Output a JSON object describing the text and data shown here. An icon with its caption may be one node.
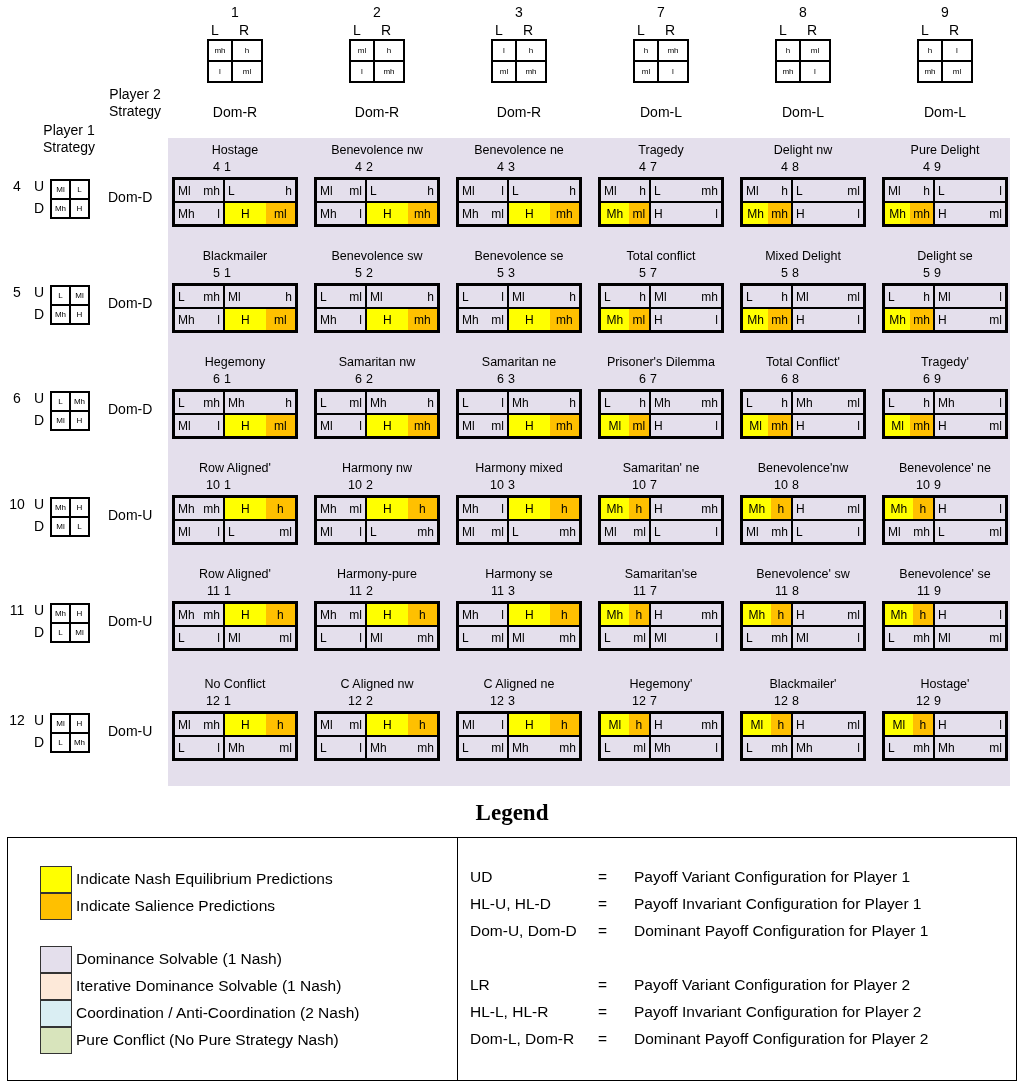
{
  "diagram": {
    "nodes": [
      {
        "text": [
          "1"
        ],
        "beside": [
          "L",
          "R",
          "Dom-R"
        ]
      },
      {
        "text": [
          "mh"
        ],
        "in": 0
      },
      {
        "text": [
          "h"
        ],
        "in": 0
      },
      {
        "text": [
          "l"
        ],
        "in": 0
      },
      {
        "text": [
          "ml"
        ],
        "in": 0
      },
      {
        "text": [
          "2"
        ],
        "beside": [
          "L",
          "R",
          "Dom-R"
        ]
      },
      {
        "text": [
          "ml"
        ],
        "in": 5
      },
      {
        "text": [
          "h"
        ],
        "in": 5
      },
      {
        "text": [
          "l"
        ],
        "in": 5
      },
      {
        "text": [
          "mh"
        ],
        "in": 5
      },
      {
        "text": [
          "3"
        ],
        "beside": [
          "L",
          "R",
          "Dom-R"
        ]
      },
      {
        "text": [
          "l"
        ],
        "in": 10
      },
      {
        "text": [
          "h"
        ],
        "in": 10
      },
      {
        "text": [
          "ml"
        ],
        "in": 10
      },
      {
        "text": [
          "mh"
        ],
        "in": 10
      },
      {
        "text": [
          "7"
        ],
        "beside": [
          "L",
          "R",
          "Dom-L"
        ]
      },
      {
        "text": [
          "h"
        ],
        "in": 15
      },
      {
        "text": [
          "mh"
        ],
        "in": 15
      },
      {
        "text": [
          "ml"
        ],
        "in": 15
      },
      {
        "text": [
          "l"
        ],
        "in": 15
      },
      {
        "text": [
          "8"
        ],
        "beside": [
          "L",
          "R",
          "Dom-L"
        ]
      },
      {
        "text": [
          "h"
        ],
        "in": 20
      },
      {
        "text": [
          "ml"
        ],
        "in": 20
      },
      {
        "text": [
          "mh"
        ],
        "in": 20
      },
      {
        "text": [
          "l"
        ],
        "in": 20
      },
      {
        "text": [
          "9"
        ],
        "beside": [
          "L",
          "R",
          "Dom-L"
        ]
      },
      {
        "text": [
          "h"
        ],
        "in": 25
      },
      {
        "text": [
          "l"
        ],
        "in": 25
      },
      {
        "text": [
          "mh"
        ],
        "in": 25
      },
      {
        "text": [
          "ml"
        ],
        "in": 25
      },
      {
        "text": [
          "4"
        ],
        "beside": [
          "U",
          "D",
          "Dom-D"
        ]
      },
      {
        "text": [
          "Ml"
        ],
        "in": 30
      },
      {
        "text": [
          "L"
        ],
        "in": 30
      },
      {
        "text": [
          "Mh"
        ],
        "in": 30
      },
      {
        "text": [
          "H"
        ],
        "in": 30
      },
      {
        "text": [
          "Hostage",
          "4",
          "1"
        ]
      },
      {
        "text": [
          "Ml",
          "mh"
        ],
        "in": 35
      },
      {
        "text": [
          "L",
          "h"
        ],
        "in": 35
      },
      {
        "text": [
          "Mh",
          "l"
        ],
        "in": 35
      },
      {
        "text": [
          "H",
          "ml"
        ],
        "in": 35
      },
      {
        "text": [
          "Benevolence nw",
          "4",
          "2"
        ]
      },
      {
        "text": [
          "Ml",
          "ml"
        ],
        "in": 40
      },
      {
        "text": [
          "L",
          "h"
        ],
        "in": 40
      },
      {
        "text": [
          "Mh",
          "l"
        ],
        "in": 40
      },
      {
        "text": [
          "H",
          "mh"
        ],
        "in": 40
      },
      {
        "text": [
          "Benevolence ne",
          "4",
          "3"
        ]
      },
      {
        "text": [
          "Ml",
          "l"
        ],
        "in": 45
      },
      {
        "text": [
          "L",
          "h"
        ],
        "in": 45
      },
      {
        "text": [
          "Mh",
          "ml"
        ],
        "in": 45
      },
      {
        "text": [
          "H",
          "mh"
        ],
        "in": 45
      },
      {
        "text": [
          "Tragedy",
          "4",
          "7"
        ]
      },
      {
        "text": [
          "Ml",
          "h"
        ],
        "in": 50
      },
      {
        "text": [
          "L",
          "mh"
        ],
        "in": 50
      },
      {
        "text": [
          "Mh",
          "ml"
        ],
        "in": 50
      },
      {
        "text": [
          "H",
          "l"
        ],
        "in": 50
      },
      {
        "text": [
          "Delight nw",
          "4",
          "8"
        ]
      },
      {
        "text": [
          "Ml",
          "h"
        ],
        "in": 55
      },
      {
        "text": [
          "L",
          "ml"
        ],
        "in": 55
      },
      {
        "text": [
          "Mh",
          "mh"
        ],
        "in": 55
      },
      {
        "text": [
          "H",
          "l"
        ],
        "in": 55
      },
      {
        "text": [
          "Pure Delight",
          "4",
          "9"
        ]
      },
      {
        "text": [
          "Ml",
          "h"
        ],
        "in": 60
      },
      {
        "text": [
          "L",
          "l"
        ],
        "in": 60
      },
      {
        "text": [
          "Mh",
          "mh"
        ],
        "in": 60
      },
      {
        "text": [
          "H",
          "ml"
        ],
        "in": 60
      },
      {
        "text": [
          "5"
        ],
        "beside": [
          "U",
          "D",
          "Dom-D"
        ]
      },
      {
        "text": [
          "L"
        ],
        "in": 65
      },
      {
        "text": [
          "Ml"
        ],
        "in": 65
      },
      {
        "text": [
          "Mh"
        ],
        "in": 65
      },
      {
        "text": [
          "H"
        ],
        "in": 65
      },
      {
        "text": [
          "Blackmailer",
          "5",
          "1"
        ]
      },
      {
        "text": [
          "L",
          "mh"
        ],
        "in": 70
      },
      {
        "text": [
          "Ml",
          "h"
        ],
        "in": 70
      },
      {
        "text": [
          "Mh",
          "l"
        ],
        "in": 70
      },
      {
        "text": [
          "H",
          "ml"
        ],
        "in": 70
      },
      {
        "text": [
          "Benevolence sw",
          "5",
          "2"
        ]
      },
      {
        "text": [
          "L",
          "ml"
        ],
        "in": 75
      },
      {
        "text": [
          "Ml",
          "h"
        ],
        "in": 75
      },
      {
        "text": [
          "Mh",
          "l"
        ],
        "in": 75
      },
      {
        "text": [
          "H",
          "mh"
        ],
        "in": 75
      },
      {
        "text": [
          "Benevolence se",
          "5",
          "3"
        ]
      },
      {
        "text": [
          "L",
          "l"
        ],
        "in": 80
      },
      {
        "text": [
          "Ml",
          "h"
        ],
        "in": 80
      },
      {
        "text": [
          "Mh",
          "ml"
        ],
        "in": 80
      },
      {
        "text": [
          "H",
          "mh"
        ],
        "in": 80
      },
      {
        "text": [
          "Total conflict",
          "5",
          "7"
        ]
      },
      {
        "text": [
          "L",
          "h"
        ],
        "in": 85
      },
      {
        "text": [
          "Ml",
          "mh"
        ],
        "in": 85
      },
      {
        "text": [
          "Mh",
          "ml"
        ],
        "in": 85
      },
      {
        "text": [
          "H",
          "l"
        ],
        "in": 85
      },
      {
        "text": [
          "Mixed Delight",
          "5",
          "8"
        ]
      },
      {
        "text": [
          "L",
          "h"
        ],
        "in": 90
      },
      {
        "text": [
          "Ml",
          "ml"
        ],
        "in": 90
      },
      {
        "text": [
          "Mh",
          "mh"
        ],
        "in": 90
      },
      {
        "text": [
          "H",
          "l"
        ],
        "in": 90
      },
      {
        "text": [
          "Delight se",
          "5",
          "9"
        ]
      },
      {
        "text": [
          "L",
          "h"
        ],
        "in": 95
      },
      {
        "text": [
          "Ml",
          "l"
        ],
        "in": 95
      },
      {
        "text": [
          "Mh",
          "mh"
        ],
        "in": 95
      },
      {
        "text": [
          "H",
          "ml"
        ],
        "in": 95
      },
      {
        "text": [
          "6"
        ],
        "beside": [
          "U",
          "D",
          "Dom-D"
        ]
      },
      {
        "text": [
          "L"
        ],
        "in": 100
      },
      {
        "text": [
          "Mh"
        ],
        "in": 100
      },
      {
        "text": [
          "Ml"
        ],
        "in": 100
      },
      {
        "text": [
          "H"
        ],
        "in": 100
      },
      {
        "text": [
          "Hegemony",
          "6",
          "1"
        ]
      },
      {
        "text": [
          "L",
          "mh"
        ],
        "in": 105
      },
      {
        "text": [
          "Mh",
          "h"
        ],
        "in": 105
      },
      {
        "text": [
          "Ml",
          "l"
        ],
        "in": 105
      },
      {
        "text": [
          "H",
          "ml"
        ],
        "in": 105
      },
      {
        "text": [
          "Samaritan nw",
          "6",
          "2"
        ]
      },
      {
        "text": [
          "L",
          "ml"
        ],
        "in": 110
      },
      {
        "text": [
          "Mh",
          "h"
        ],
        "in": 110
      },
      {
        "text": [
          "Ml",
          "l"
        ],
        "in": 110
      },
      {
        "text": [
          "H",
          "mh"
        ],
        "in": 110
      },
      {
        "text": [
          "Samaritan ne",
          "6",
          "3"
        ]
      },
      {
        "text": [
          "L",
          "l"
        ],
        "in": 115
      },
      {
        "text": [
          "Mh",
          "h"
        ],
        "in": 115
      },
      {
        "text": [
          "Ml",
          "ml"
        ],
        "in": 115
      },
      {
        "text": [
          "H",
          "mh"
        ],
        "in": 115
      },
      {
        "text": [
          "Prisoner's Dilemma",
          "6",
          "7"
        ]
      },
      {
        "text": [
          "L",
          "h"
        ],
        "in": 120
      },
      {
        "text": [
          "Mh",
          "mh"
        ],
        "in": 120
      },
      {
        "text": [
          "Ml",
          "ml"
        ],
        "in": 120
      },
      {
        "text": [
          "H",
          "l"
        ],
        "in": 120
      },
      {
        "text": [
          "Total Conflict'",
          "6",
          "8"
        ]
      },
      {
        "text": [
          "L",
          "h"
        ],
        "in": 125
      },
      {
        "text": [
          "Mh",
          "ml"
        ],
        "in": 125
      },
      {
        "text": [
          "Ml",
          "mh"
        ],
        "in": 125
      },
      {
        "text": [
          "H",
          "l"
        ],
        "in": 125
      },
      {
        "text": [
          "Tragedy'",
          "6",
          "9"
        ]
      },
      {
        "text": [
          "L",
          "h"
        ],
        "in": 130
      },
      {
        "text": [
          "Mh",
          "l"
        ],
        "in": 130
      },
      {
        "text": [
          "Ml",
          "mh"
        ],
        "in": 130
      },
      {
        "text": [
          "H",
          "ml"
        ],
        "in": 130
      },
      {
        "text": [
          "10"
        ],
        "beside": [
          "U",
          "D",
          "Dom-U"
        ]
      },
      {
        "text": [
          "Mh"
        ],
        "in": 135
      },
      {
        "text": [
          "H"
        ],
        "in": 135
      },
      {
        "text": [
          "Ml"
        ],
        "in": 135
      },
      {
        "text": [
          "L"
        ],
        "in": 135
      },
      {
        "text": [
          "Row Aligned'",
          "10",
          "1"
        ]
      },
      {
        "text": [
          "Mh",
          "mh"
        ],
        "in": 140
      },
      {
        "text": [
          "H",
          "h"
        ],
        "in": 140
      },
      {
        "text": [
          "Ml",
          "l"
        ],
        "in": 140
      },
      {
        "text": [
          "L",
          "ml"
        ],
        "in": 140
      },
      {
        "text": [
          "Harmony nw",
          "10",
          "2"
        ]
      },
      {
        "text": [
          "Mh",
          "ml"
        ],
        "in": 145
      },
      {
        "text": [
          "H",
          "h"
        ],
        "in": 145
      },
      {
        "text": [
          "Ml",
          "l"
        ],
        "in": 145
      },
      {
        "text": [
          "L",
          "mh"
        ],
        "in": 145
      },
      {
        "text": [
          "Harmony mixed",
          "10",
          "3"
        ]
      },
      {
        "text": [
          "Mh",
          "l"
        ],
        "in": 150
      },
      {
        "text": [
          "H",
          "h"
        ],
        "in": 150
      },
      {
        "text": [
          "Ml",
          "ml"
        ],
        "in": 150
      },
      {
        "text": [
          "L",
          "mh"
        ],
        "in": 150
      },
      {
        "text": [
          "Samaritan' ne",
          "10",
          "7"
        ]
      },
      {
        "text": [
          "Mh",
          "h"
        ],
        "in": 155
      },
      {
        "text": [
          "H",
          "mh"
        ],
        "in": 155
      },
      {
        "text": [
          "Ml",
          "ml"
        ],
        "in": 155
      },
      {
        "text": [
          "L",
          "l"
        ],
        "in": 155
      },
      {
        "text": [
          "Benevolence'nw",
          "10",
          "8"
        ]
      },
      {
        "text": [
          "Mh",
          "h"
        ],
        "in": 160
      },
      {
        "text": [
          "H",
          "ml"
        ],
        "in": 160
      },
      {
        "text": [
          "Ml",
          "mh"
        ],
        "in": 160
      },
      {
        "text": [
          "L",
          "l"
        ],
        "in": 160
      },
      {
        "text": [
          "Benevolence' ne",
          "10",
          "9"
        ]
      },
      {
        "text": [
          "Mh",
          "h"
        ],
        "in": 165
      },
      {
        "text": [
          "H",
          "l"
        ],
        "in": 165
      },
      {
        "text": [
          "Ml",
          "mh"
        ],
        "in": 165
      },
      {
        "text": [
          "L",
          "ml"
        ],
        "in": 165
      },
      {
        "text": [
          "11"
        ],
        "beside": [
          "U",
          "D",
          "Dom-U"
        ]
      },
      {
        "text": [
          "Mh"
        ],
        "in": 170
      },
      {
        "text": [
          "H"
        ],
        "in": 170
      },
      {
        "text": [
          "L"
        ],
        "in": 170
      },
      {
        "text": [
          "Ml"
        ],
        "in": 170
      },
      {
        "text": [
          "Row Aligned'",
          "11",
          "1"
        ]
      },
      {
        "text": [
          "Mh",
          "mh"
        ],
        "in": 175
      },
      {
        "text": [
          "H",
          "h"
        ],
        "in": 175
      },
      {
        "text": [
          "L",
          "l"
        ],
        "in": 175
      },
      {
        "text": [
          "Ml",
          "ml"
        ],
        "in": 175
      },
      {
        "text": [
          "Harmony-pure",
          "11",
          "2"
        ]
      },
      {
        "text": [
          "Mh",
          "ml"
        ],
        "in": 180
      },
      {
        "text": [
          "H",
          "h"
        ],
        "in": 180
      },
      {
        "text": [
          "L",
          "l"
        ],
        "in": 180
      },
      {
        "text": [
          "Ml",
          "mh"
        ],
        "in": 180
      },
      {
        "text": [
          "Harmony se",
          "11",
          "3"
        ]
      },
      {
        "text": [
          "Mh",
          "l"
        ],
        "in": 185
      },
      {
        "text": [
          "H",
          "h"
        ],
        "in": 185
      },
      {
        "text": [
          "L",
          "ml"
        ],
        "in": 185
      },
      {
        "text": [
          "Ml",
          "mh"
        ],
        "in": 185
      },
      {
        "text": [
          "Samaritan'se",
          "11",
          "7"
        ]
      },
      {
        "text": [
          "Mh",
          "h"
        ],
        "in": 190
      },
      {
        "text": [
          "H",
          "mh"
        ],
        "in": 190
      },
      {
        "text": [
          "L",
          "ml"
        ],
        "in": 190
      },
      {
        "text": [
          "Ml",
          "l"
        ],
        "in": 190
      },
      {
        "text": [
          "Benevolence' sw",
          "11",
          "8"
        ]
      },
      {
        "text": [
          "Mh",
          "h"
        ],
        "in": 195
      },
      {
        "text": [
          "H",
          "ml"
        ],
        "in": 195
      },
      {
        "text": [
          "L",
          "mh"
        ],
        "in": 195
      },
      {
        "text": [
          "Ml",
          "l"
        ],
        "in": 195
      },
      {
        "text": [
          "Benevolence' se",
          "11",
          "9"
        ]
      },
      {
        "text": [
          "Mh",
          "h"
        ],
        "in": 200
      },
      {
        "text": [
          "H",
          "l"
        ],
        "in": 200
      },
      {
        "text": [
          "L",
          "mh"
        ],
        "in": 200
      },
      {
        "text": [
          "Ml",
          "ml"
        ],
        "in": 200
      },
      {
        "text": [
          "12"
        ],
        "beside": [
          "U",
          "D",
          "Dom-U"
        ]
      },
      {
        "text": [
          "Ml"
        ],
        "in": 205
      },
      {
        "text": [
          "H"
        ],
        "in": 205
      },
      {
        "text": [
          "L"
        ],
        "in": 205
      },
      {
        "text": [
          "Mh"
        ],
        "in": 205
      },
      {
        "text": [
          "No Conflict",
          "12",
          "1"
        ]
      },
      {
        "text": [
          "Ml",
          "mh"
        ],
        "in": 210
      },
      {
        "text": [
          "H",
          "h"
        ],
        "in": 210
      },
      {
        "text": [
          "L",
          "l"
        ],
        "in": 210
      },
      {
        "text": [
          "Mh",
          "ml"
        ],
        "in": 210
      },
      {
        "text": [
          "C Aligned nw",
          "12",
          "2"
        ]
      },
      {
        "text": [
          "Ml",
          "ml"
        ],
        "in": 215
      },
      {
        "text": [
          "H",
          "h"
        ],
        "in": 215
      },
      {
        "text": [
          "L",
          "l"
        ],
        "in": 215
      },
      {
        "text": [
          "Mh",
          "mh"
        ],
        "in": 215
      },
      {
        "text": [
          "C Aligned ne",
          "12",
          "3"
        ]
      },
      {
        "text": [
          "Ml",
          "l"
        ],
        "in": 220
      },
      {
        "text": [
          "H",
          "h"
        ],
        "in": 220
      },
      {
        "text": [
          "L",
          "ml"
        ],
        "in": 220
      },
      {
        "text": [
          "Mh",
          "mh"
        ],
        "in": 220
      },
      {
        "text": [
          "Hegemony'",
          "12",
          "7"
        ]
      },
      {
        "text": [
          "Ml",
          "h"
        ],
        "in": 225
      },
      {
        "text": [
          "H",
          "mh"
        ],
        "in": 225
      },
      {
        "text": [
          "L",
          "ml"
        ],
        "in": 225
      },
      {
        "text": [
          "Mh",
          "l"
        ],
        "in": 225
      },
      {
        "text": [
          "Blackmailer'",
          "12",
          "8"
        ]
      },
      {
        "text": [
          "Ml",
          "h"
        ],
        "in": 230
      },
      {
        "text": [
          "H",
          "ml"
        ],
        "in": 230
      },
      {
        "text": [
          "L",
          "mh"
        ],
        "in": 230
      },
      {
        "text": [
          "Mh",
          "l"
        ],
        "in": 230
      },
      {
        "text": [
          "Hostage'",
          "12",
          "9"
        ]
      },
      {
        "text": [
          "Ml",
          "h"
        ],
        "in": 235
      },
      {
        "text": [
          "H",
          "l"
        ],
        "in": 235
      },
      {
        "text": [
          "L",
          "mh"
        ],
        "in": 235
      },
      {
        "text": [
          "Mh",
          "ml"
        ],
        "in": 235
      }
    ],
    "labels": [
      "Player 2 Strategy",
      "Player 1 Strategy",
      "Legend",
      "UD",
      "=",
      "Payoff Variant Configuration for Player 1",
      "HL-U, HL-D",
      "=",
      "Payoff Invariant Configuration for Player 1",
      "Dom-U, Dom-D",
      "=",
      "Dominant Payoff Configuration for Player 1",
      "LR",
      "=",
      "Payoff Variant Configuration for Player 2",
      "HL-L, HL-R",
      "=",
      "Payoff Invariant Configuration for Player 2",
      "Dom-L, Dom-R",
      "=",
      "Dominant Payoff Configuration for Player 2"
    ],
    "legend": [
      {
        "text": "Indicate Nash Equilibrium Predictions",
        "color": "#ffff00"
      },
      {
        "text": "Indicate Salience Predictions",
        "color": "#ffc000"
      },
      {
        "text": "Dominance Solvable (1 Nash)",
        "color": "#e4dfec"
      },
      {
        "text": "Iterative Dominance Solvable (1 Nash)",
        "color": "#fde9d9"
      },
      {
        "text": "Coordination / Anti-Coordination (2 Nash)",
        "color": "#daeef3"
      },
      {
        "text": "Pure Conflict (No Pure Strategy Nash)",
        "color": "#d8e4bc"
      }
    ]
  }
}
